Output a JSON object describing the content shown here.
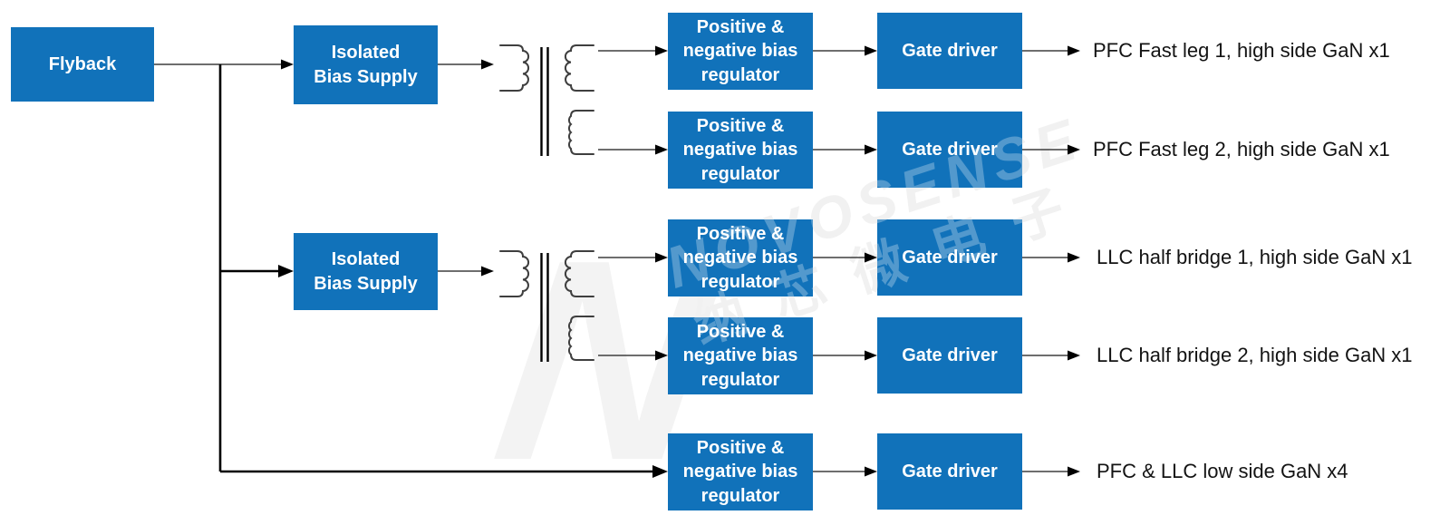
{
  "colors": {
    "block_fill": "#1172BA",
    "block_text": "#FFFFFF",
    "connector": "#3F3F3F",
    "connector_emphasis": "#000000",
    "output_text": "#131313",
    "watermark_gray": "#ECECEC",
    "watermark_logo": "#F3F3F3",
    "watermark_overlay": "rgba(255,255,255,0.28)",
    "background": "#FFFFFF"
  },
  "watermark": {
    "brand_en": "NOVOSENSE",
    "brand_cn": "纳芯微电子",
    "logo_letter": "N"
  },
  "diagram": {
    "flyback_label": "Flyback",
    "bias_supply_1_label": "Isolated\nBias Supply",
    "bias_supply_2_label": "Isolated\nBias Supply",
    "rows": [
      {
        "regulator_label": "Positive &\nnegative bias\nregulator",
        "gate_driver_label": "Gate driver",
        "output_label": "PFC Fast leg 1, high side GaN x1"
      },
      {
        "regulator_label": "Positive &\nnegative bias\nregulator",
        "gate_driver_label": "Gate driver",
        "output_label": "PFC Fast leg 2, high side GaN x1"
      },
      {
        "regulator_label": "Positive &\nnegative bias\nregulator",
        "gate_driver_label": "Gate driver",
        "output_label": "LLC half bridge 1, high side GaN x1"
      },
      {
        "regulator_label": "Positive &\nnegative bias\nregulator",
        "gate_driver_label": "Gate driver",
        "output_label": "LLC half bridge 2, high side GaN x1"
      },
      {
        "regulator_label": "Positive &\nnegative bias\nregulator",
        "gate_driver_label": "Gate driver",
        "output_label": "PFC & LLC low side GaN x4"
      }
    ]
  }
}
